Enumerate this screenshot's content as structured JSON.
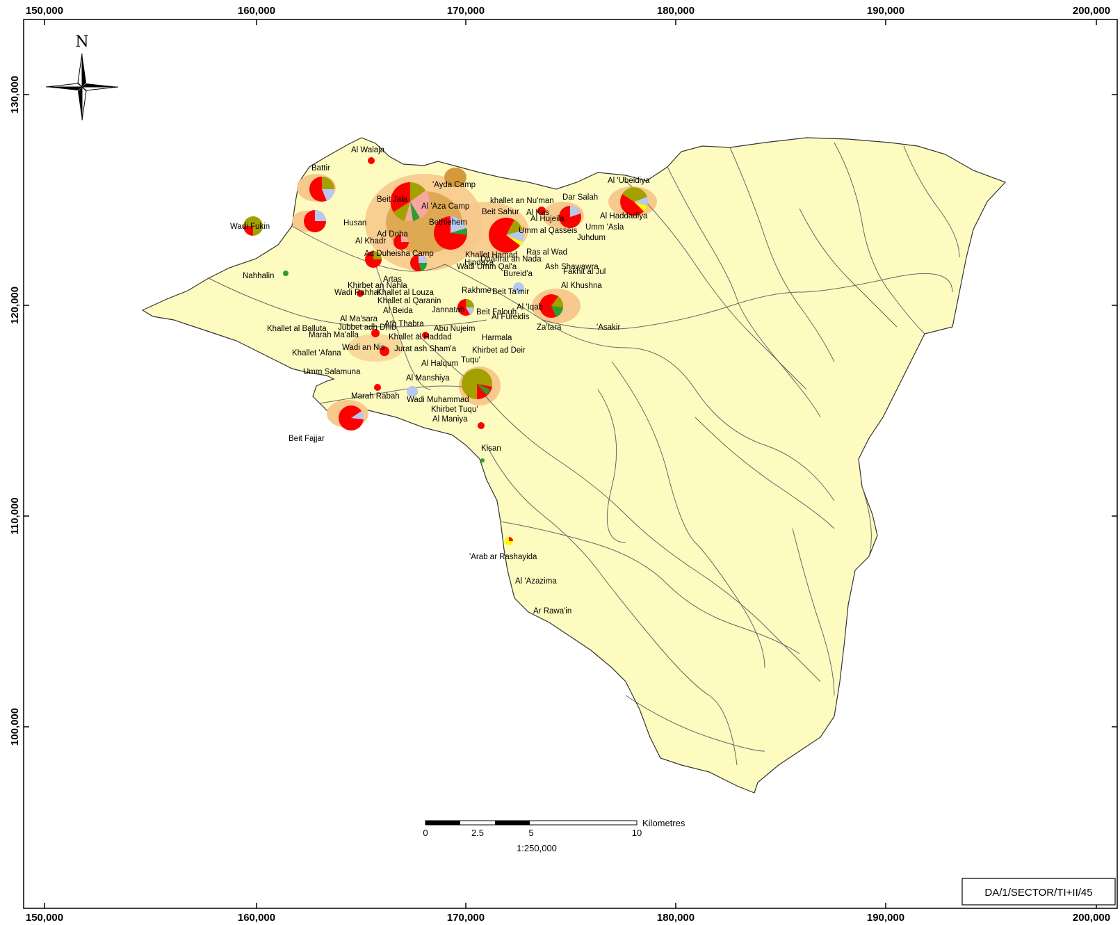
{
  "axis": {
    "x_ticks": [
      "150,000",
      "160,000",
      "170,000",
      "180,000",
      "190,000",
      "200,000"
    ],
    "y_ticks": [
      "130,000",
      "120,000",
      "110,000",
      "100,000"
    ]
  },
  "north_arrow": {
    "label": "N",
    "icon": "compass-rose-icon"
  },
  "scale_bar": {
    "unit": "Kilometres",
    "ticks": [
      "0",
      "2.5",
      "5",
      "10"
    ],
    "ratio": "1:250,000"
  },
  "map_reference": "DA/1/SECTOR/TI+II/45",
  "colors": {
    "region_fill": "#fdfbc0",
    "urban_fill": "#f7c98c",
    "dense_urban": "#d49a3a",
    "pie_red": "#ff0000",
    "pie_olive": "#a3a100",
    "pie_blue": "#b7c9ee",
    "pie_green": "#2e9e2e",
    "pie_pink": "#f7a7a0",
    "pie_yellow": "#ffff00",
    "roads": "#666666"
  },
  "places": [
    {
      "id": "al-walaja",
      "name": "Al Walaja"
    },
    {
      "id": "battir",
      "name": "Battir"
    },
    {
      "id": "ayda-camp",
      "name": "'Ayda Camp"
    },
    {
      "id": "al-ubeidiya",
      "name": "Al 'Ubeidiya"
    },
    {
      "id": "beit-jala",
      "name": "Beit Jala"
    },
    {
      "id": "dar-salah",
      "name": "Dar Salah"
    },
    {
      "id": "khallet-an-numan",
      "name": "khallet an Nu'man"
    },
    {
      "id": "al-aza-camp",
      "name": "Al 'Aza Camp"
    },
    {
      "id": "beit-sahur",
      "name": "Beit Sahur"
    },
    {
      "id": "al-kas",
      "name": "Al Kas"
    },
    {
      "id": "al-haddadiya",
      "name": "Al Haddadiya"
    },
    {
      "id": "al-hujeila",
      "name": "Al Hujeila"
    },
    {
      "id": "wadi-fukin",
      "name": "Wadi Fukin"
    },
    {
      "id": "husan",
      "name": "Husan"
    },
    {
      "id": "bethlehem",
      "name": "Bethlehem"
    },
    {
      "id": "umm-asla",
      "name": "Umm 'Asla"
    },
    {
      "id": "umm-al-qasseis",
      "name": "Umm al Qasseis"
    },
    {
      "id": "ad-doha",
      "name": "Ad Doha"
    },
    {
      "id": "juhdum",
      "name": "Juhdum"
    },
    {
      "id": "al-khadr",
      "name": "Al Khadr"
    },
    {
      "id": "ad-duheisha-camp",
      "name": "Ad Duheisha Camp"
    },
    {
      "id": "ras-al-wad",
      "name": "Ras al Wad"
    },
    {
      "id": "khallet-hamad",
      "name": "Khallet Hamad"
    },
    {
      "id": "dhahrat-an-nada",
      "name": "Dhahrat an Nada"
    },
    {
      "id": "hindaza",
      "name": "Hindaza"
    },
    {
      "id": "ash-shawawra",
      "name": "Ash Shawawra"
    },
    {
      "id": "nahhalin",
      "name": "Nahhalin"
    },
    {
      "id": "wadi-umm-qala",
      "name": "Wadi Umm Qal'a"
    },
    {
      "id": "fakhit-al-jul",
      "name": "Fakhit al Jul"
    },
    {
      "id": "bureida",
      "name": "Bureid'a"
    },
    {
      "id": "artas",
      "name": "Artas"
    },
    {
      "id": "khirbet-an-nahla",
      "name": "Khirbet an Nahla"
    },
    {
      "id": "al-khushna",
      "name": "Al Khushna"
    },
    {
      "id": "wadi-rahhal",
      "name": "Wadi Rahhal"
    },
    {
      "id": "khallet-al-louza",
      "name": "Khallet al Louza"
    },
    {
      "id": "rakhme",
      "name": "Rakhme"
    },
    {
      "id": "beit-tamir",
      "name": "Beit Ta'mir"
    },
    {
      "id": "khallet-al-qaranin",
      "name": "Khallet al Qaranin"
    },
    {
      "id": "al-iqab",
      "name": "Al 'Iqab"
    },
    {
      "id": "al-beida",
      "name": "Al Beida"
    },
    {
      "id": "jannatah",
      "name": "Jannatah"
    },
    {
      "id": "beit-falouh",
      "name": "Beit Falouh"
    },
    {
      "id": "al-fureidis",
      "name": "Al Fureidis"
    },
    {
      "id": "al-masara",
      "name": "Al Ma'sara"
    },
    {
      "id": "ath-thabra",
      "name": "Ath Thabra"
    },
    {
      "id": "khallet-al-balluta",
      "name": "Khallet al Balluta"
    },
    {
      "id": "jubbet-adh-dhib",
      "name": "Jubbet adh Dhib"
    },
    {
      "id": "abu-nujeim",
      "name": "Abu Nujeim"
    },
    {
      "id": "zatara",
      "name": "Za'tara"
    },
    {
      "id": "asakir",
      "name": "'Asakir"
    },
    {
      "id": "marah-maalla",
      "name": "Marah Ma'alla"
    },
    {
      "id": "khallet-al-haddad",
      "name": "Khallet al Haddad"
    },
    {
      "id": "harmala",
      "name": "Harmala"
    },
    {
      "id": "wadi-an-nis",
      "name": "Wadi an Nis"
    },
    {
      "id": "jurat-ash-shama",
      "name": "Jurat ash Sham'a"
    },
    {
      "id": "khirbet-ad-deir",
      "name": "Khirbet ad Deir"
    },
    {
      "id": "khallet-afana",
      "name": "Khallet 'Afana"
    },
    {
      "id": "tuqu",
      "name": "Tuqu'"
    },
    {
      "id": "al-halqum",
      "name": "Al Halqum"
    },
    {
      "id": "umm-salamuna",
      "name": "Umm Salamuna"
    },
    {
      "id": "al-manshiya",
      "name": "Al Manshiya"
    },
    {
      "id": "marah-rabah",
      "name": "Marah Rabah"
    },
    {
      "id": "wadi-muhammad",
      "name": "Wadi Muhammad"
    },
    {
      "id": "khirbet-tuqu",
      "name": "Khirbet Tuqu'"
    },
    {
      "id": "al-maniya",
      "name": "Al Maniya"
    },
    {
      "id": "beit-fajjar",
      "name": "Beit Fajjar"
    },
    {
      "id": "kisan",
      "name": "Kisan"
    },
    {
      "id": "arab-ar-rashayida",
      "name": "'Arab ar Rashayida"
    },
    {
      "id": "al-azazima",
      "name": "Al 'Azazima"
    },
    {
      "id": "ar-rawain",
      "name": "Ar Rawa'in"
    }
  ]
}
